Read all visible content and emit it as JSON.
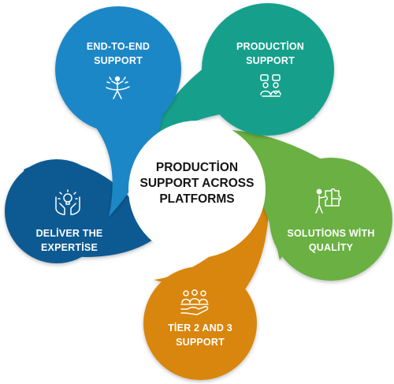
{
  "center": {
    "line1": "PRODUCTİON",
    "line2": "SUPPORT ACROSS",
    "line3": "PLATFORMS"
  },
  "petals": [
    {
      "line1": "END-TO-END",
      "line2": "SUPPORT",
      "icon": "runner-finish-line-icon",
      "color": "#1b87c7"
    },
    {
      "line1": "PRODUCTİON",
      "line2": "SUPPORT",
      "icon": "team-support-icon",
      "color": "#13a08c"
    },
    {
      "line1": "SOLUTİONS WİTH",
      "line2": "QUALİTY",
      "icon": "puzzle-person-icon",
      "color": "#6ab043"
    },
    {
      "line1": "TİER 2 AND 3",
      "line2": "SUPPORT",
      "icon": "team-on-hand-icon",
      "color": "#d8860d"
    },
    {
      "line1": "DELİVER THE",
      "line2": "EXPERTİSE",
      "icon": "hands-idea-icon",
      "color": "#0c5a92"
    }
  ]
}
